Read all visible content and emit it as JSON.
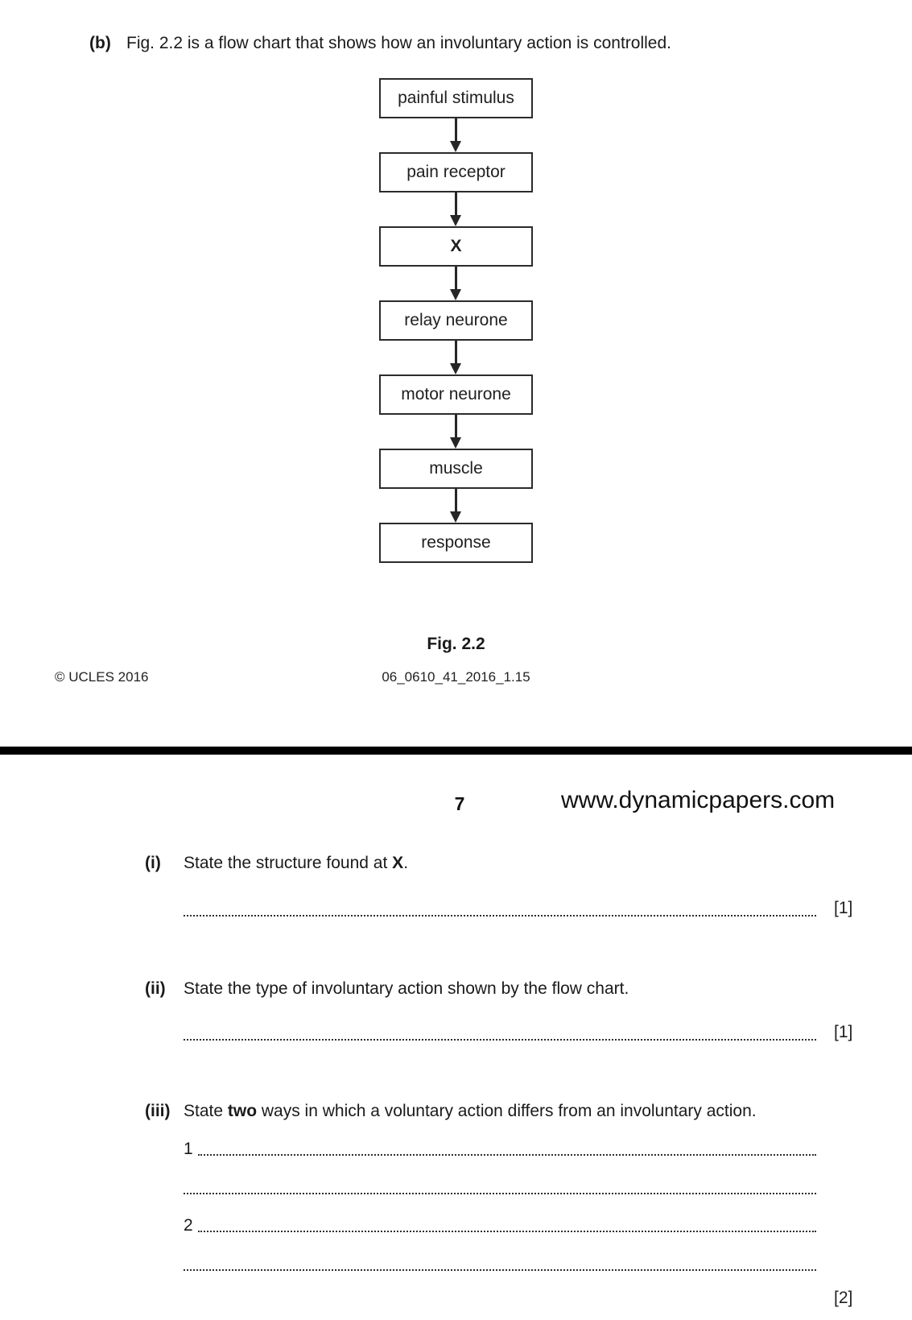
{
  "document": {
    "part_b": {
      "label": "(b)",
      "text": "Fig. 2.2 is a flow chart that shows how an involuntary action is controlled."
    },
    "flowchart": {
      "type": "vertical-flow-chart",
      "connector_icon": "arrow-down",
      "boxes": [
        "painful stimulus",
        "pain receptor",
        "X",
        "relay neurone",
        "motor neurone",
        "muscle",
        "response"
      ]
    },
    "figure_caption": "Fig. 2.2",
    "footer": {
      "copyright": "© UCLES 2016",
      "paper_code": "06_0610_41_2016_1.15"
    },
    "page_header": {
      "page_number": "7",
      "watermark": "www.dynamicpapers.com"
    },
    "questions": {
      "i": {
        "label": "(i)",
        "prefix": "State the structure found at ",
        "bold_word": "X",
        "suffix": ".",
        "marks": "[1]"
      },
      "ii": {
        "label": "(ii)",
        "text": "State the type of involuntary action shown by the flow chart.",
        "marks": "[1]"
      },
      "iii": {
        "label": "(iii)",
        "prefix": "State ",
        "bold_word": "two",
        "suffix": " ways in which a voluntary action differs from an involuntary action.",
        "line1_number": "1",
        "line2_number": "2",
        "marks": "[2]"
      }
    }
  }
}
